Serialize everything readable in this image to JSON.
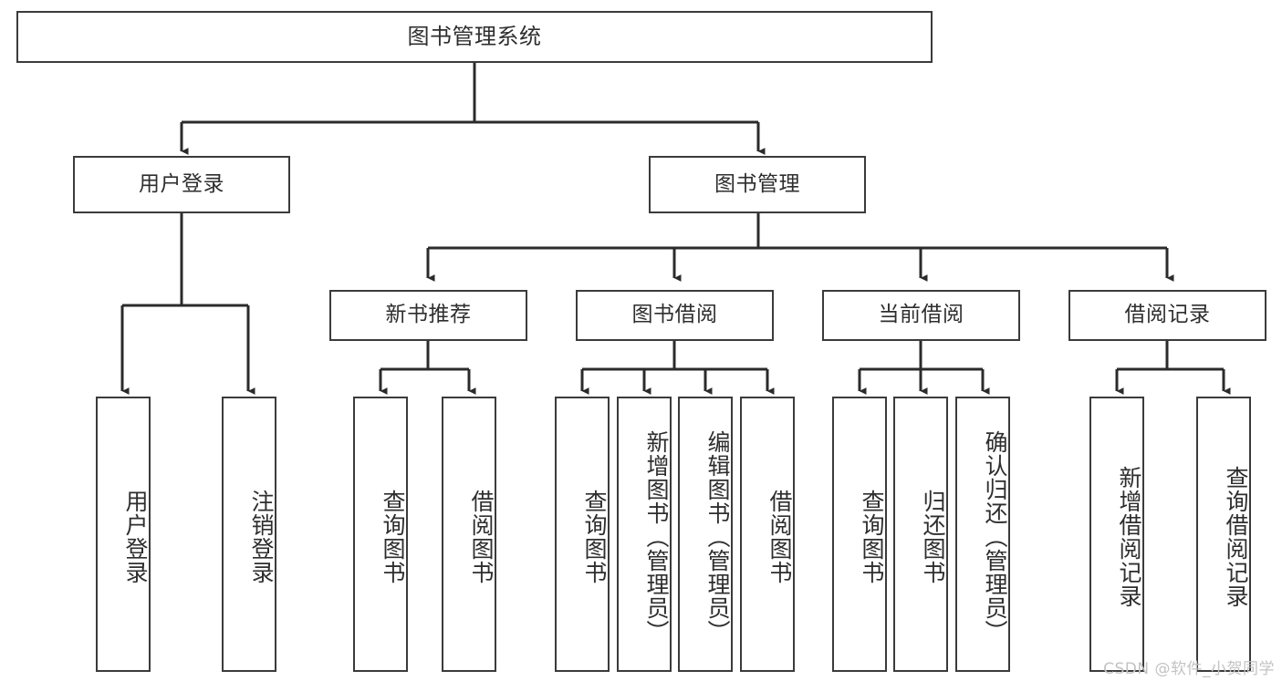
{
  "diagram": {
    "title": "图书管理系统",
    "type": "tree",
    "watermark": "CSDN @软件_小贺同学",
    "colors": {
      "box_border": "#3b3b3b",
      "box_fill": "#ffffff",
      "text": "#2e2e2e",
      "edge": "#2b2b2b",
      "watermark": "#c3c3c3",
      "background": "#ffffff"
    },
    "root": {
      "label": "图书管理系统"
    },
    "level2": [
      {
        "id": "user-login",
        "label": "用户登录"
      },
      {
        "id": "book-management",
        "label": "图书管理"
      }
    ],
    "level3": [
      {
        "id": "new-book-recommend",
        "label": "新书推荐",
        "parent": "book-management"
      },
      {
        "id": "book-borrow",
        "label": "图书借阅",
        "parent": "book-management"
      },
      {
        "id": "current-borrow",
        "label": "当前借阅",
        "parent": "book-management"
      },
      {
        "id": "borrow-record",
        "label": "借阅记录",
        "parent": "book-management"
      }
    ],
    "leaves": [
      {
        "id": "leaf-user-login",
        "label": "用户登录",
        "parent": "user-login"
      },
      {
        "id": "leaf-user-logout",
        "label": "注销登录",
        "parent": "user-login"
      },
      {
        "id": "leaf-query-book-1",
        "label": "查询图书",
        "parent": "new-book-recommend"
      },
      {
        "id": "leaf-borrow-book-1",
        "label": "借阅图书",
        "parent": "new-book-recommend"
      },
      {
        "id": "leaf-query-book-2",
        "label": "查询图书",
        "parent": "book-borrow"
      },
      {
        "id": "leaf-add-book",
        "label": "新增图书（管理员）",
        "parent": "book-borrow"
      },
      {
        "id": "leaf-edit-book",
        "label": "编辑图书（管理员）",
        "parent": "book-borrow"
      },
      {
        "id": "leaf-borrow-book-2",
        "label": "借阅图书",
        "parent": "book-borrow"
      },
      {
        "id": "leaf-query-book-3",
        "label": "查询图书",
        "parent": "current-borrow"
      },
      {
        "id": "leaf-return-book",
        "label": "归还图书",
        "parent": "current-borrow"
      },
      {
        "id": "leaf-confirm-return",
        "label": "确认归还（管理员）",
        "parent": "current-borrow"
      },
      {
        "id": "leaf-add-record",
        "label": "新增借阅记录",
        "parent": "borrow-record"
      },
      {
        "id": "leaf-query-record",
        "label": "查询借阅记录",
        "parent": "borrow-record"
      }
    ]
  }
}
